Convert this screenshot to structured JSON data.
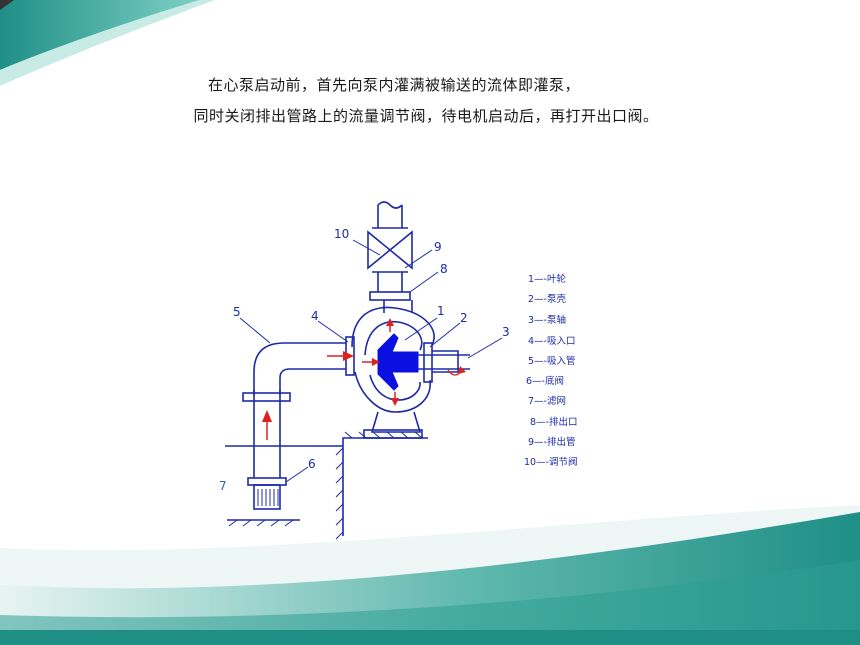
{
  "caption": {
    "line1": "在心泵启动前，首先向泵内灌满被输送的流体即灌泵，",
    "line2": "同时关闭排出管路上的流量调节阀，待电机启动后，再打开出口阀。"
  },
  "diagram": {
    "numbers": {
      "n1": "1",
      "n2": "2",
      "n3": "3",
      "n4": "4",
      "n5": "5",
      "n6": "6",
      "n7": "7",
      "n8": "8",
      "n9": "9",
      "n10": "10"
    },
    "legend": [
      "1—-叶轮",
      "2—-泵壳",
      "3—-泵轴",
      "4—-吸入口",
      "5—-吸入管",
      "6—-底阀",
      "7—-滤网",
      "8—-排出口",
      "9—-排出管",
      "10—-调节阀"
    ]
  },
  "colors": {
    "teal": "#2e9e93",
    "line": "#1d2aa8",
    "impeller": "#0a10e0",
    "arrow": "#e0201a"
  }
}
